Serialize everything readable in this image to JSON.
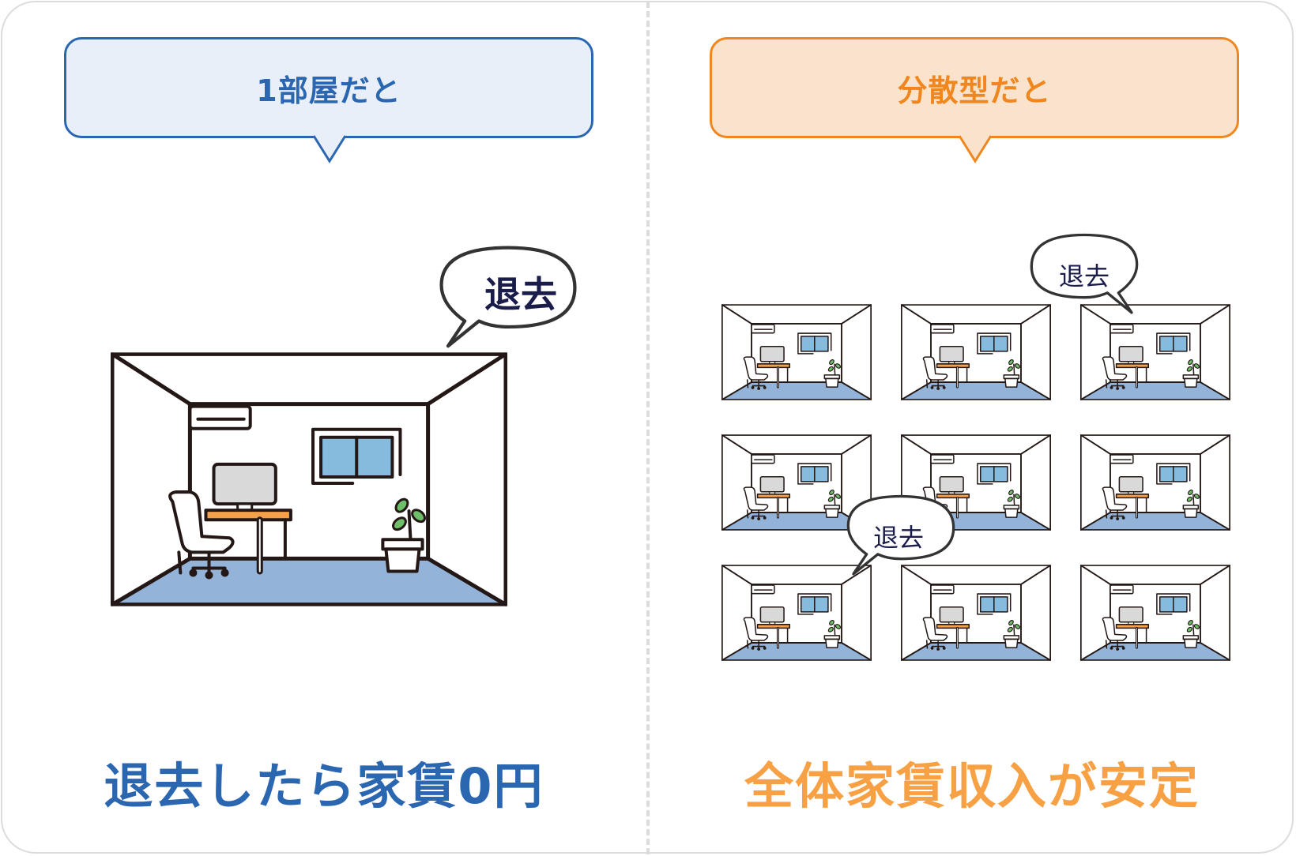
{
  "left_panel": {
    "header": "1部屋だと",
    "speech": "退去",
    "footer": "退去したら家賃0円",
    "accent_color": "#2b67b1"
  },
  "right_panel": {
    "header": "分散型だと",
    "speech_bubbles": [
      "退去",
      "退去"
    ],
    "room_grid": {
      "rows": 3,
      "cols": 3,
      "count": 9
    },
    "footer": "全体家賃収入が安定",
    "accent_color": "#f0871e"
  },
  "illustration_colors": {
    "floor": "#93b3d8",
    "window_glass": "#86bbdd",
    "desk_top": "#f5a04a",
    "monitor_screen": "#d9d9d9",
    "leaf": "#6fbe6a",
    "outline": "#231815"
  }
}
